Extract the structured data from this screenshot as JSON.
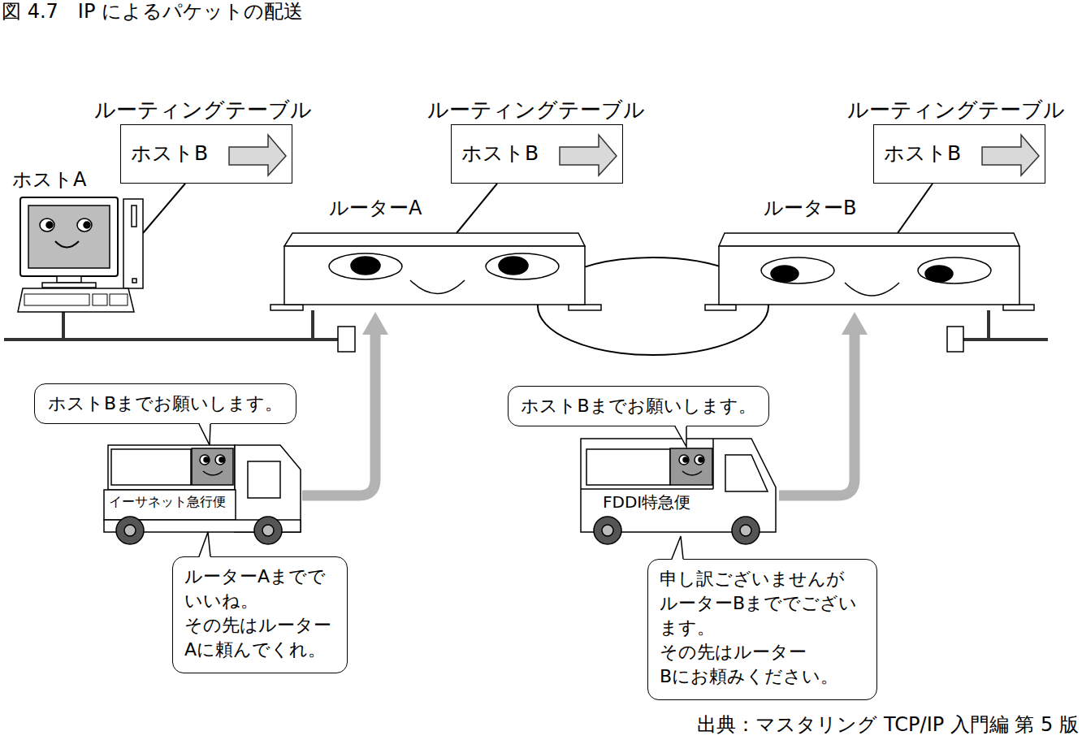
{
  "diagram": {
    "title": "図 4.7　IP によるパケットの配送",
    "caption": "出典：マスタリング TCP/IP 入門編 第 5 版",
    "nodes": [
      {
        "text": [
          "ルーティングテーブル",
          "ホストB"
        ]
      },
      {
        "text": [
          "ホストA"
        ]
      },
      {
        "text": [
          "ルーティングテーブル",
          "ホストB"
        ]
      },
      {
        "text": [
          "ルーターA"
        ]
      },
      {
        "text": [
          "ルーティングテーブル",
          "ホストB"
        ]
      },
      {
        "text": [
          "ルーターB"
        ]
      },
      {
        "text": [
          "ホストBまでお願いします。"
        ]
      },
      {
        "text": [
          "イーサネット急行便"
        ]
      },
      {
        "text": [
          "ルーターAまでで いいね。 その先はルーター Aに頼んでくれ。"
        ]
      },
      {
        "text": [
          "ホストBまでお願いします。"
        ]
      },
      {
        "text": [
          "FDDI特急便"
        ]
      },
      {
        "text": [
          "申し訳ございませんが ルーターBまででござい ます。その先はルーター Bにお頼みください。"
        ]
      }
    ],
    "edges": [
      {
        "from": 0,
        "to": 1,
        "arrow": "none"
      },
      {
        "from": 2,
        "to": 3,
        "arrow": "none"
      },
      {
        "from": 4,
        "to": 5,
        "arrow": "none"
      },
      {
        "from": 1,
        "to": 3,
        "arrow": "none"
      },
      {
        "from": 3,
        "to": 5,
        "arrow": "none"
      },
      {
        "from": 7,
        "to": 3,
        "arrow": "to"
      },
      {
        "from": 10,
        "to": 5,
        "arrow": "to"
      }
    ]
  }
}
